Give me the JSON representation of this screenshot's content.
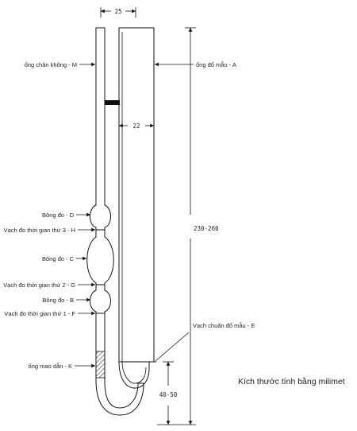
{
  "labels": {
    "M": "ống chân không - M",
    "A": "ống đổ mẫu - A",
    "D": "Bông đo - D",
    "H": "Vạch đo thời gian thứ 3 - H",
    "C": "Bông đo - C",
    "G": "Vạch đo thời gian thứ 2 - G",
    "B": "Bông đo - B",
    "F": "Vạch đo thời gian thứ 1 - F",
    "E": "Vạch chuẩn đổ mẫu - E",
    "K": "ống mao dẫn - K"
  },
  "dimensions": {
    "top_width": "25",
    "tube_width": "22",
    "total_height": "230-260",
    "bottom_height": "40-50"
  },
  "caption": "Kích thước tính bằng milimet"
}
